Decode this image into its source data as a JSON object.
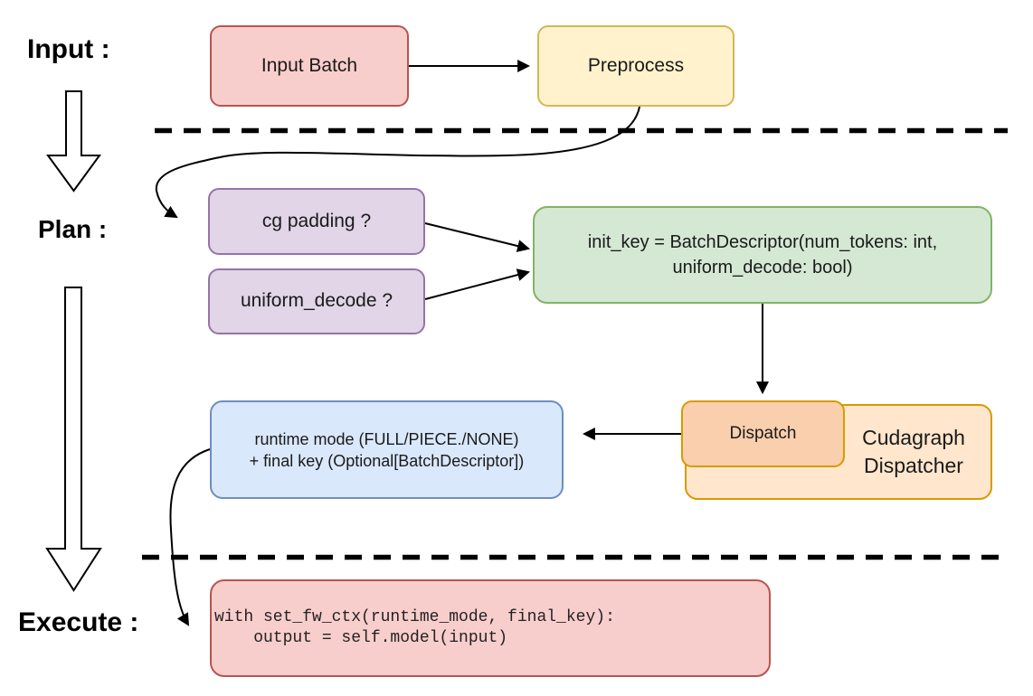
{
  "stages": {
    "input": "Input :",
    "plan": "Plan :",
    "execute": "Execute :"
  },
  "nodes": {
    "input_batch": {
      "label": "Input Batch"
    },
    "preprocess": {
      "label": "Preprocess"
    },
    "cg_padding": {
      "label": "cg padding ?"
    },
    "uniform_decode": {
      "label": "uniform_decode ?"
    },
    "init_key": {
      "line1": "init_key = BatchDescriptor(num_tokens: int,",
      "line2": "uniform_decode: bool)"
    },
    "dispatch": {
      "label": "Dispatch"
    },
    "cudagraph_dispatcher": {
      "line1": "Cudagraph",
      "line2": "Dispatcher"
    },
    "runtime_mode": {
      "line1": "runtime mode (FULL/PIECE./NONE)",
      "line2": "+ final key (Optional[BatchDescriptor])"
    },
    "execute_code": {
      "line1": "with set_fw_ctx(runtime_mode, final_key):",
      "line2": "    output = self.model(input)"
    }
  },
  "colors": {
    "red-fill": "#F8CECC",
    "red-stroke": "#B85450",
    "yellow-fill": "#FFF2CC",
    "yellow-stroke": "#D6B656",
    "purple-fill": "#E1D5E7",
    "purple-stroke": "#9673A6",
    "green-fill": "#D5E8D4",
    "green-stroke": "#82B366",
    "orange-fill": "#FFE6CC",
    "orange-stroke": "#D79B00",
    "salmon-fill": "#F9CFAD",
    "blue-fill": "#DAE8FC",
    "blue-stroke": "#6C8EBF",
    "line": "#000000",
    "text": "#1A1A1A"
  }
}
